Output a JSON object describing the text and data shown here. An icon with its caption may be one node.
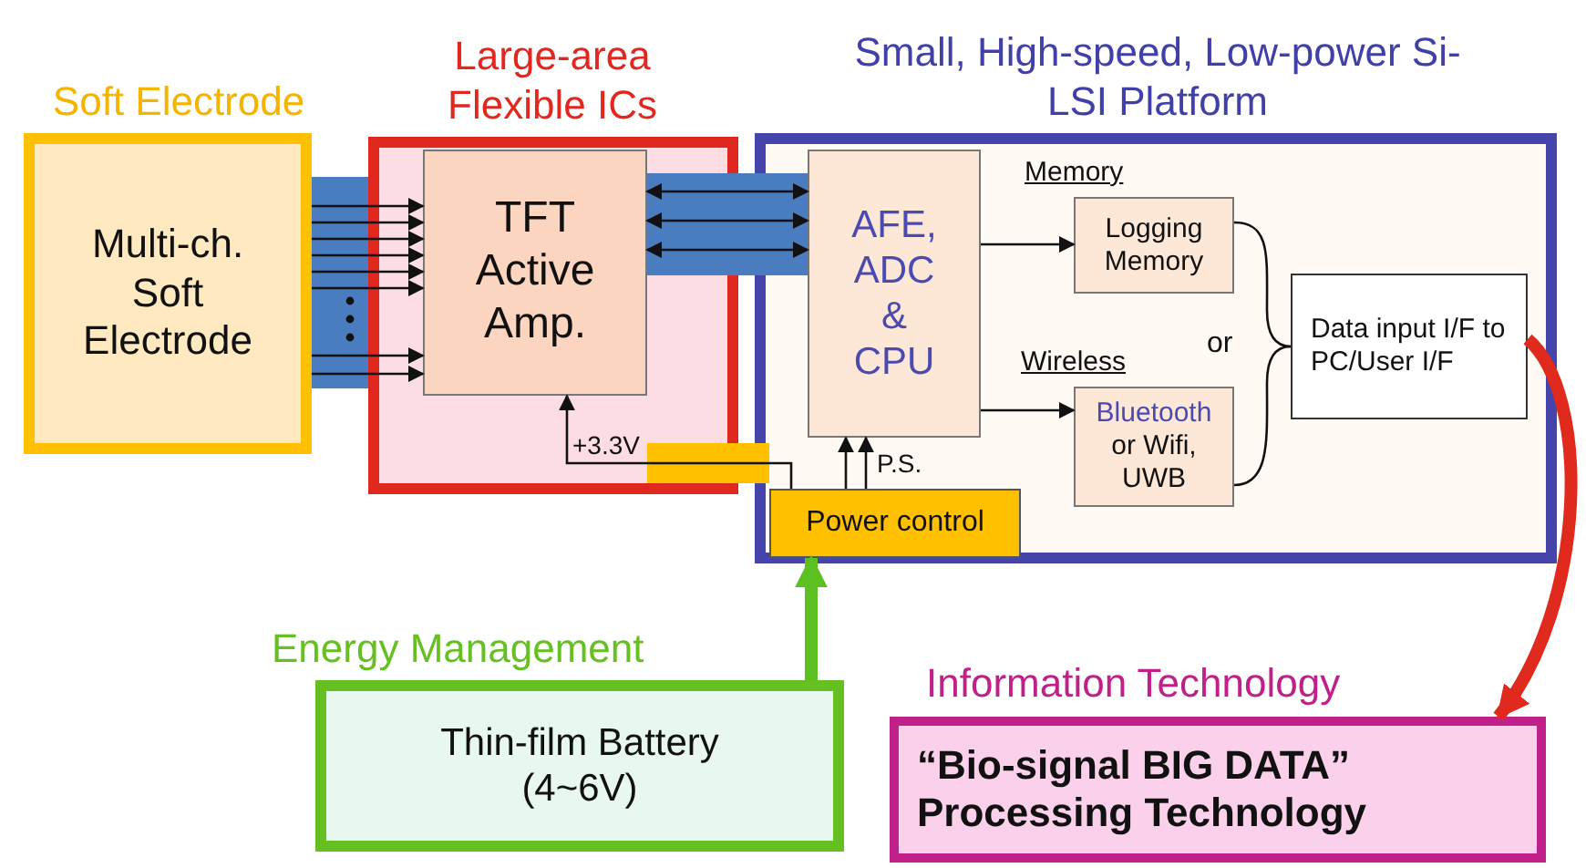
{
  "diagram": {
    "nodes": [
      {
        "text": [
          "Soft Electrode",
          "Multi-ch. Soft Electrode"
        ]
      },
      {
        "text": [
          "Large-area Flexible ICs"
        ]
      },
      {
        "text": [
          "TFT Active Amp."
        ],
        "in": 1
      },
      {
        "text": [
          "Small, High-speed, Low-power Si-LSI Platform"
        ]
      },
      {
        "text": [
          "AFE, ADC & CPU"
        ],
        "in": 3
      },
      {
        "text": [
          "Logging Memory"
        ],
        "in": 3,
        "beside": [
          "Memory"
        ]
      },
      {
        "text": [
          "Bluetooth",
          "or Wifi, UWB"
        ],
        "in": 3,
        "beside": [
          "Wireless"
        ]
      },
      {
        "text": [
          "Data input I/F to PC/User I/F"
        ],
        "in": 3
      },
      {
        "text": [
          "Power control"
        ],
        "in": 3
      },
      {
        "text": [
          "Energy Management",
          "Thin-film Battery (4~6V)"
        ]
      },
      {
        "text": [
          "Information Technology",
          "“Bio-signal BIG DATA” Processing Technology"
        ]
      }
    ],
    "edges": [
      {
        "from": 0,
        "to": 2,
        "arrow": "to"
      },
      {
        "from": 0,
        "to": 2,
        "arrow": "to"
      },
      {
        "from": 0,
        "to": 2,
        "arrow": "to"
      },
      {
        "from": 0,
        "to": 2,
        "arrow": "to"
      },
      {
        "from": 0,
        "to": 2,
        "arrow": "to"
      },
      {
        "from": 0,
        "to": 2,
        "arrow": "to"
      },
      {
        "from": 0,
        "to": 2,
        "arrow": "to"
      },
      {
        "from": 0,
        "to": 2,
        "arrow": "to"
      },
      {
        "from": 4,
        "to": 2,
        "arrow": "both"
      },
      {
        "from": 4,
        "to": 2,
        "arrow": "both"
      },
      {
        "from": 4,
        "to": 2,
        "arrow": "both"
      },
      {
        "from": 4,
        "to": 5,
        "arrow": "to"
      },
      {
        "from": 4,
        "to": 6,
        "arrow": "to"
      },
      {
        "from": 5,
        "to": 7,
        "arrow": "none"
      },
      {
        "from": 6,
        "to": 7,
        "arrow": "none"
      },
      {
        "from": 8,
        "to": 2,
        "arrow": "to",
        "label": "+3.3V"
      },
      {
        "from": 8,
        "to": 4,
        "arrow": "to"
      },
      {
        "from": 8,
        "to": 4,
        "arrow": "to",
        "label": "P.S."
      },
      {
        "from": 9,
        "to": 8,
        "arrow": "to",
        "style": "thick",
        "color": "#5cc020"
      },
      {
        "from": 7,
        "to": 10,
        "arrow": "to",
        "style": "thick",
        "color": "#e02a1e"
      }
    ],
    "labels": [
      "or"
    ]
  }
}
